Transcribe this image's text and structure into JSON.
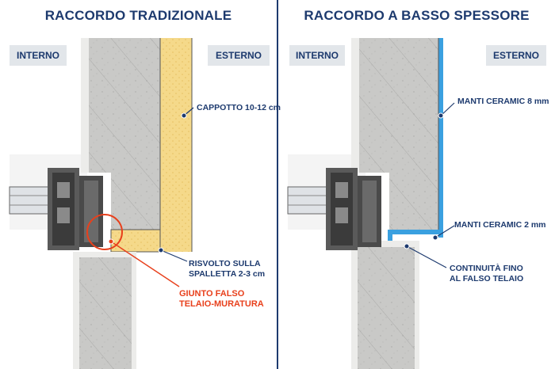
{
  "panels": [
    {
      "title": "RACCORDO TRADIZIONALE",
      "tag_inside": "INTERNO",
      "tag_outside": "ESTERNO",
      "callouts": [
        {
          "text_lines": [
            "CAPPOTTO 10-12 cm"
          ],
          "color": "#1d3a6e"
        },
        {
          "text_lines": [
            "RISVOLTO SULLA",
            "SPALLETTA 2-3 cm"
          ],
          "color": "#1d3a6e"
        },
        {
          "text_lines": [
            "GIUNTO FALSO",
            "TELAIO-MURATURA"
          ],
          "color": "#e8401c"
        }
      ]
    },
    {
      "title": "RACCORDO A BASSO SPESSORE",
      "tag_inside": "INTERNO",
      "tag_outside": "ESTERNO",
      "callouts": [
        {
          "text_lines": [
            "MANTI CERAMIC 8 mm"
          ],
          "color": "#1d3a6e"
        },
        {
          "text_lines": [
            "MANTI CERAMIC 2 mm"
          ],
          "color": "#1d3a6e"
        },
        {
          "text_lines": [
            "CONTINUITÀ FINO",
            "AL FALSO TELAIO"
          ],
          "color": "#1d3a6e"
        }
      ]
    }
  ],
  "colors": {
    "title": "#1d3a6e",
    "concrete": "#c9c9c7",
    "plaster": "#ececea",
    "insulation": "#f5d98a",
    "coating": "#3aa0e0",
    "highlight": "#e8401c"
  }
}
